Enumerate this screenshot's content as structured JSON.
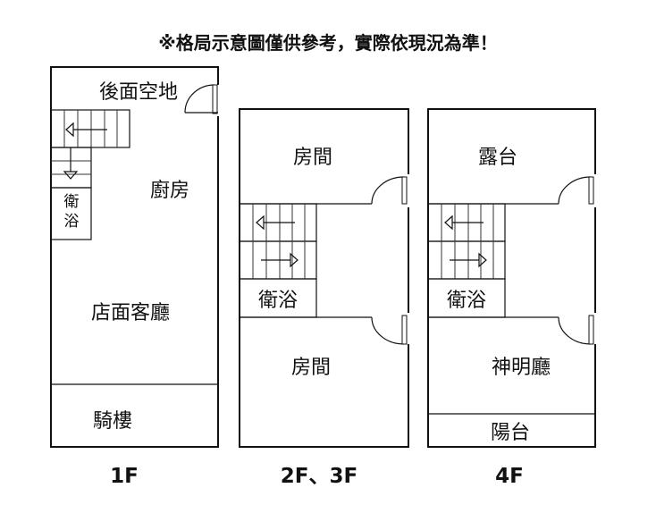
{
  "note": "※格局示意圖僅供參考，實際依現況為準！",
  "floor1": {
    "label": "1F",
    "rooms": {
      "backyard": "後面空地",
      "kitchen": "廚房",
      "bath_line1": "衛",
      "bath_line2": "浴",
      "living": "店面客廳",
      "arcade": "騎樓"
    }
  },
  "floor23": {
    "label": "2F、3F",
    "rooms": {
      "room_top": "房間",
      "bath": "衛浴",
      "room_bottom": "房間"
    }
  },
  "floor4": {
    "label": "4F",
    "rooms": {
      "terrace": "露台",
      "bath": "衛浴",
      "shrine": "神明廳",
      "balcony": "陽台"
    }
  }
}
